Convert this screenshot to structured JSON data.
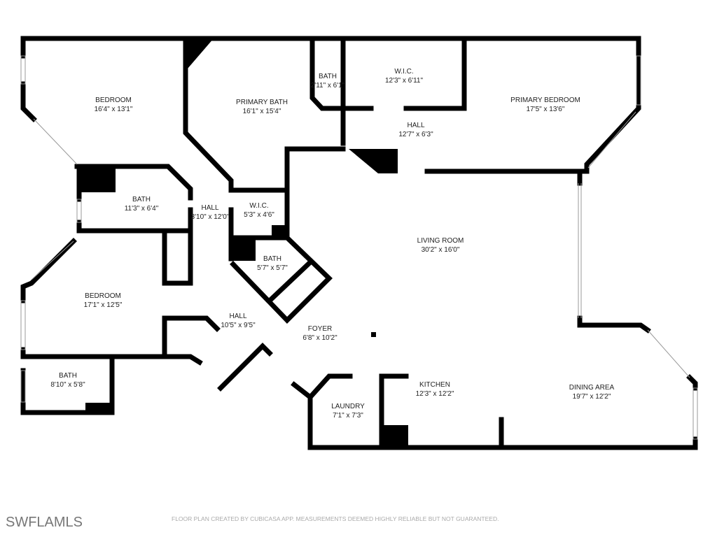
{
  "rooms": [
    {
      "name": "BEDROOM",
      "size": "16'4\" x 13'1\""
    },
    {
      "name": "PRIMARY BATH",
      "size": "16'1\" x 15'4\""
    },
    {
      "name": "BATH",
      "size": "2'11\" x 6'1\""
    },
    {
      "name": "W.I.C.",
      "size": "12'3\" x 6'11\""
    },
    {
      "name": "PRIMARY BEDROOM",
      "size": "17'5\" x 13'6\""
    },
    {
      "name": "HALL",
      "size": "12'7\" x 6'3\""
    },
    {
      "name": "BATH",
      "size": "11'3\" x 6'4\""
    },
    {
      "name": "HALL",
      "size": "3'10\" x 12'0\""
    },
    {
      "name": "W.I.C.",
      "size": "5'3\" x 4'6\""
    },
    {
      "name": "LIVING ROOM",
      "size": "30'2\" x 16'0\""
    },
    {
      "name": "BATH",
      "size": "5'7\" x 5'7\""
    },
    {
      "name": "BEDROOM",
      "size": "17'1\" x 12'5\""
    },
    {
      "name": "HALL",
      "size": "10'5\" x 9'5\""
    },
    {
      "name": "FOYER",
      "size": "6'8\" x 10'2\""
    },
    {
      "name": "BATH",
      "size": "8'10\" x 5'8\""
    },
    {
      "name": "KITCHEN",
      "size": "12'3\" x 12'2\""
    },
    {
      "name": "DINING AREA",
      "size": "19'7\" x 12'2\""
    },
    {
      "name": "LAUNDRY",
      "size": "7'1\" x 7'3\""
    }
  ],
  "logo": "SWFLAMLS",
  "disclaimer": "FLOOR PLAN CREATED BY CUBICASA APP. MEASUREMENTS DEEMED HIGHLY RELIABLE BUT NOT GUARANTEED."
}
